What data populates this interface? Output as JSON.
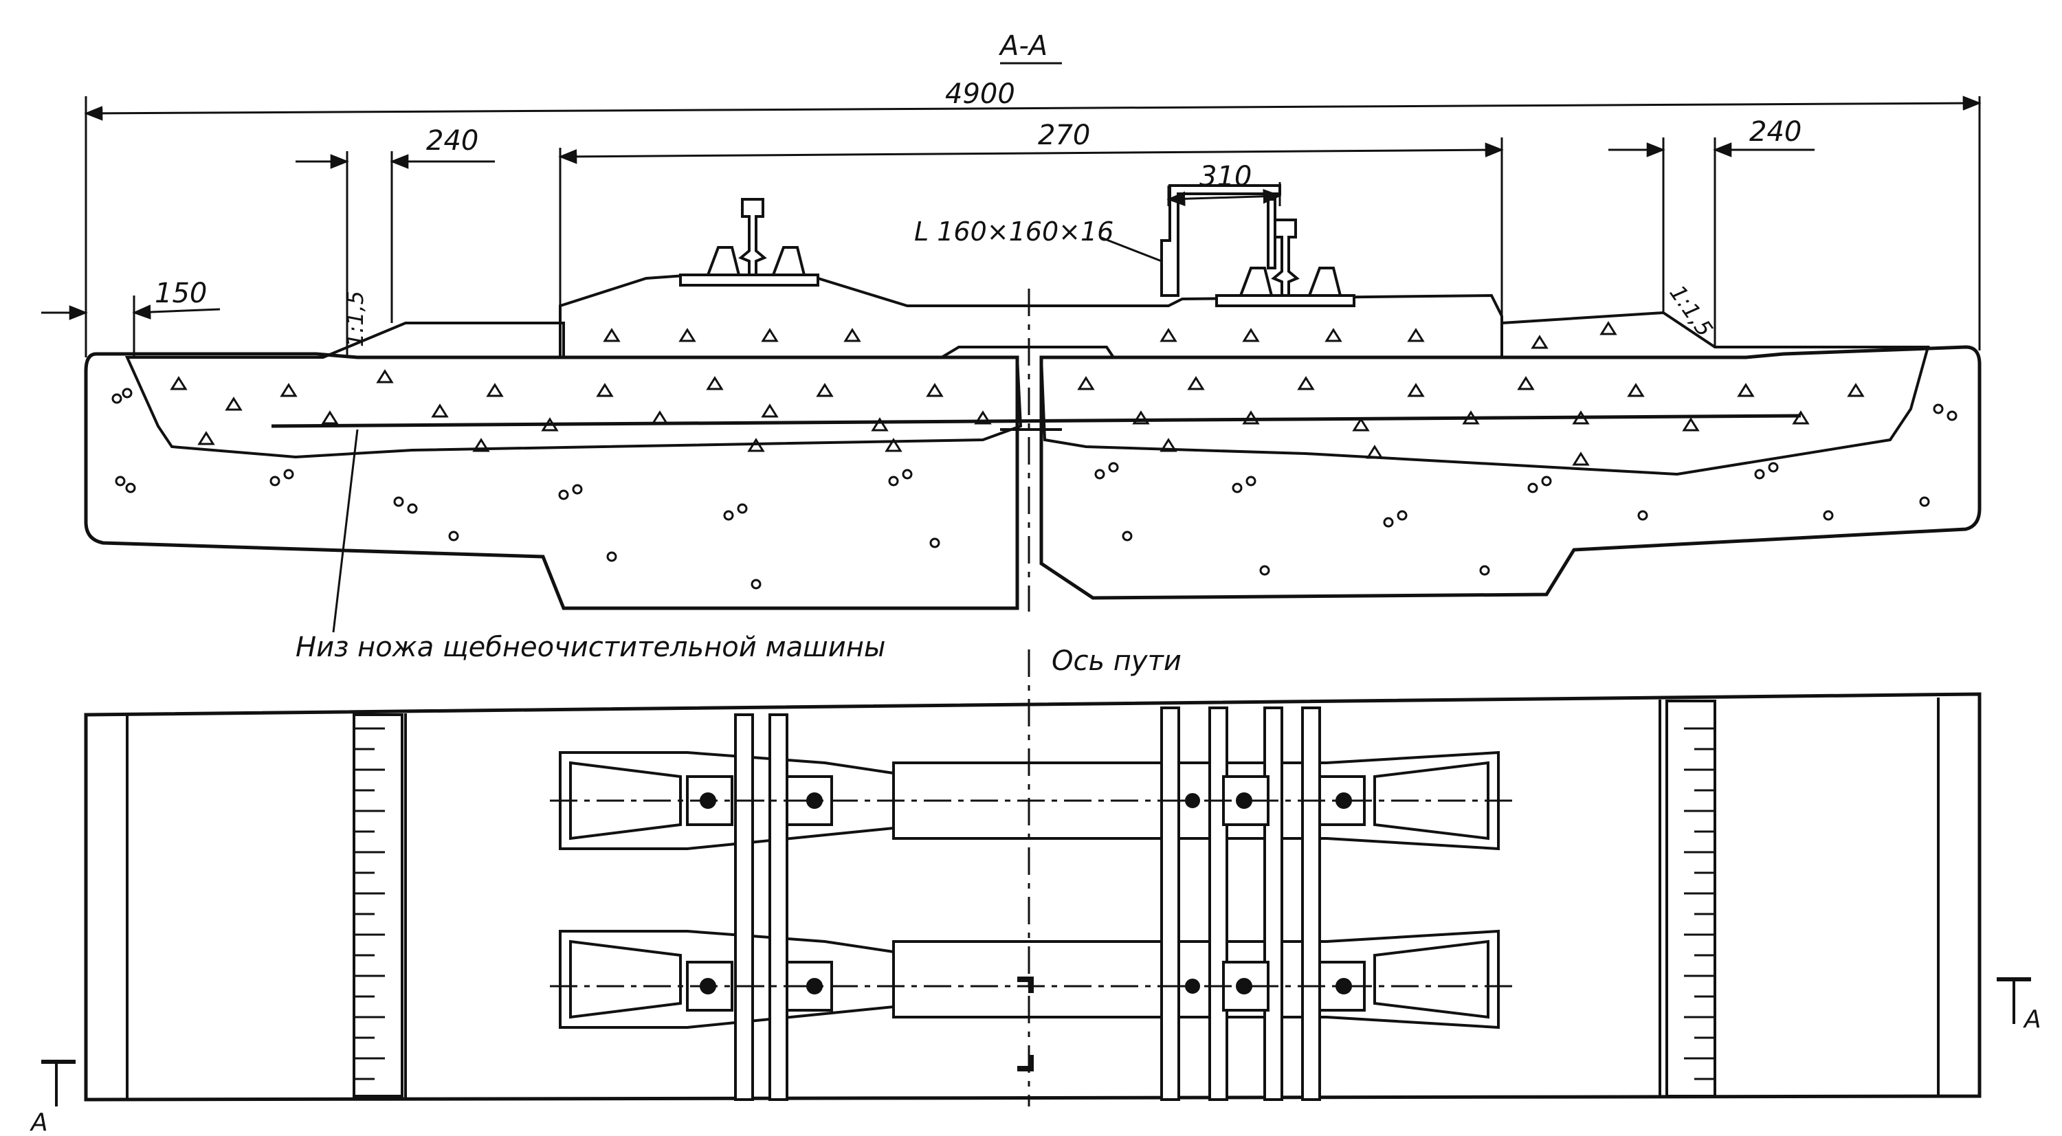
{
  "section_label": "А-А",
  "dimensions": {
    "overall_width": "4900",
    "left_offset": "240",
    "right_offset": "240",
    "track_width": "270",
    "guard_gap": "310",
    "edge_offset": "150"
  },
  "slope_left": "1:1,5",
  "slope_right": "1:1,5",
  "angle_profile": "L 160×160×16",
  "cutter_note": "Низ ножа щебнеочистительной машины",
  "track_axis_label": "Ось пути",
  "section_marker": "А"
}
